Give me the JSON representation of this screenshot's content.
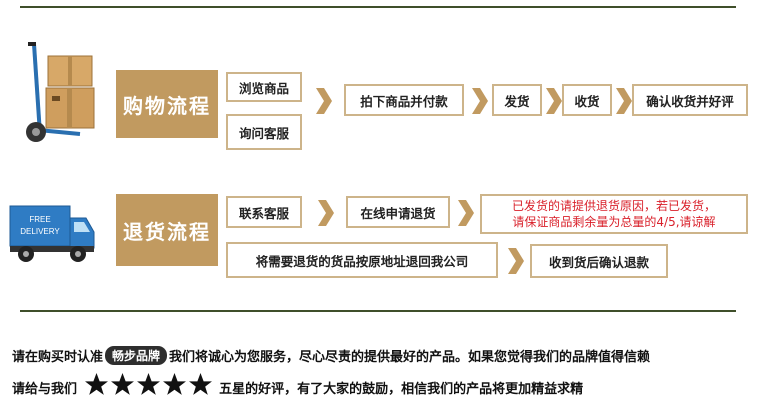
{
  "shopping": {
    "title": "购物流程",
    "steps": {
      "browse": "浏览商品",
      "inquire": "询问客服",
      "order_pay": "拍下商品并付款",
      "ship": "发货",
      "receive": "收货",
      "confirm_review": "确认收货并好评"
    }
  },
  "returns": {
    "title": "退货流程",
    "steps": {
      "contact": "联系客服",
      "apply": "在线申请退货",
      "note_line1": "已发货的请提供退货原因，若已发货，",
      "note_line2": "请保证商品剩余量为总量的4/5,请谅解",
      "send_back": "将需要退货的货品按原地址退回我公司",
      "refund": "收到货后确认退款"
    },
    "truck_text_line1": "FREE",
    "truck_text_line2": "DELIVERY"
  },
  "footer": {
    "line1_prefix": "请在购买时认准",
    "brand": "畅步品牌",
    "line1_suffix": "我们将诚心为您服务，尽心尽责的提供最好的产品。如果您觉得我们的品牌值得信赖",
    "line2_prefix": "请给与我们",
    "line2_suffix": "五星的好评，有了大家的鼓励，相信我们的产品将更加精益求精",
    "star_count": 5
  },
  "colors": {
    "accent": "#c19a60",
    "border": "#cdb48a",
    "rule": "#3f4f2a",
    "note_red": "#d9202a"
  }
}
